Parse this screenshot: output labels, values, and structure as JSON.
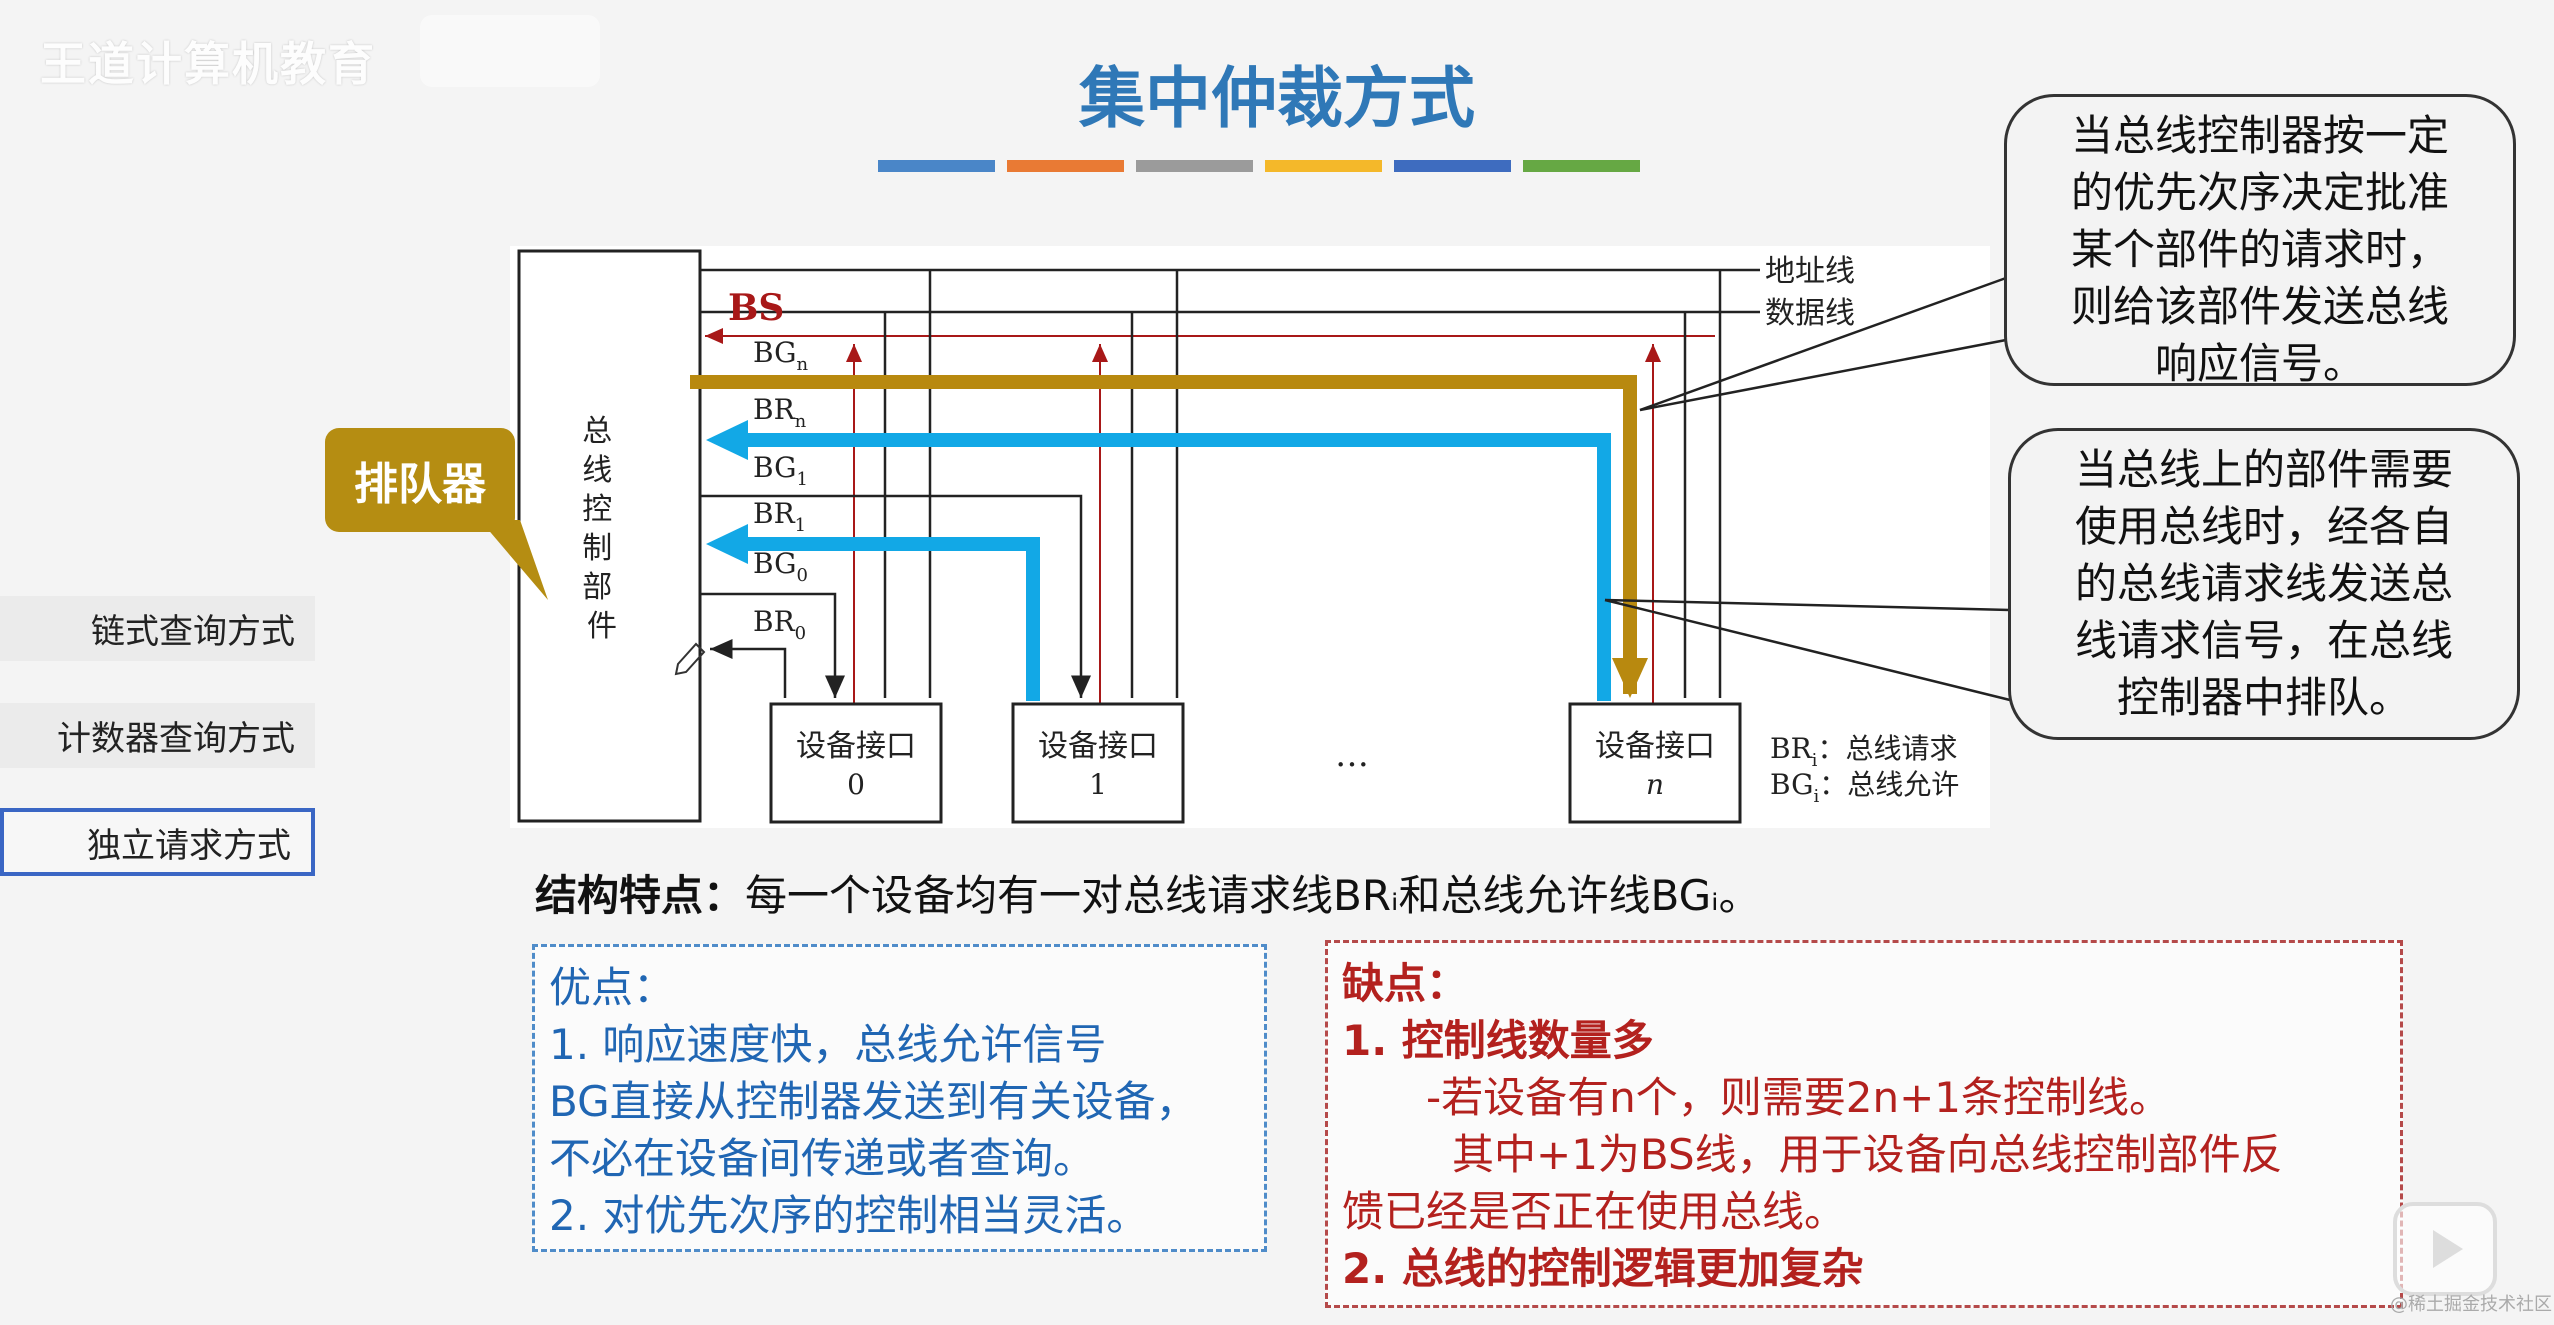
{
  "header": {
    "logo_text": "王道计算机教育",
    "title": "集中仲裁方式",
    "bar_colors": [
      "#4a86c8",
      "#e97a34",
      "#9b9b9b",
      "#f4b82a",
      "#3e6cbf",
      "#66a844"
    ]
  },
  "sidebar": {
    "items": [
      {
        "label": "链式查询方式",
        "active": false
      },
      {
        "label": "计数器查询方式",
        "active": false
      },
      {
        "label": "独立请求方式",
        "active": true
      }
    ]
  },
  "callouts": {
    "queue": "排队器",
    "grant_bubble": [
      "当总线控制器按一定",
      "的优先次序决定批准",
      "某个部件的请求时，",
      "则给该部件发送总线",
      "响应信号。"
    ],
    "request_bubble": [
      "当总线上的部件需要",
      "使用总线时，经各自",
      "的总线请求线发送总",
      "线请求信号，在总线",
      "控制器中排队。"
    ]
  },
  "diagram": {
    "controller_label": "总线控制部件",
    "bus_labels": {
      "address": "地址线",
      "data": "数据线"
    },
    "signal_labels": {
      "bs": "BS",
      "bgn": "BG",
      "brn": "BR",
      "bg1": "BG",
      "br1": "BR",
      "bg0": "BG",
      "br0": "BR"
    },
    "subscripts": {
      "n": "n",
      "one": "1",
      "zero": "0",
      "i": "i"
    },
    "devices": [
      {
        "line1": "设备接口",
        "line2": "0"
      },
      {
        "line1": "设备接口",
        "line2": "1"
      },
      {
        "line1": "设备接口",
        "line2": "n"
      }
    ],
    "ellipsis": "…",
    "legend": [
      {
        "sym": "BR",
        "sub": "i",
        "text": "：总线请求"
      },
      {
        "sym": "BG",
        "sub": "i",
        "text": "：总线允许"
      }
    ],
    "colors": {
      "grant": "#b8890f",
      "request": "#12a8e6",
      "bs": "#a81818"
    }
  },
  "structure": {
    "label": "结构特点：",
    "text": "每一个设备均有一对总线请求线BRᵢ和总线允许线BGᵢ。"
  },
  "pros": {
    "title": "优点：",
    "lines": [
      "1.  响应速度快，总线允许信号",
      "BG直接从控制器发送到有关设备，",
      "不必在设备间传递或者查询。",
      "2.  对优先次序的控制相当灵活。"
    ]
  },
  "cons": {
    "title": "缺点：",
    "item1": "1.  控制线数量多",
    "item1_sub1": "-若设备有n个，则需要2n+1条控制线。",
    "item1_sub2": "其中+1为BS线，用于设备向总线控制部件反",
    "item1_sub3": "馈已经是否正在使用总线。",
    "item2": "2.  总线的控制逻辑更加复杂"
  },
  "watermark": "@稀土掘金技术社区"
}
